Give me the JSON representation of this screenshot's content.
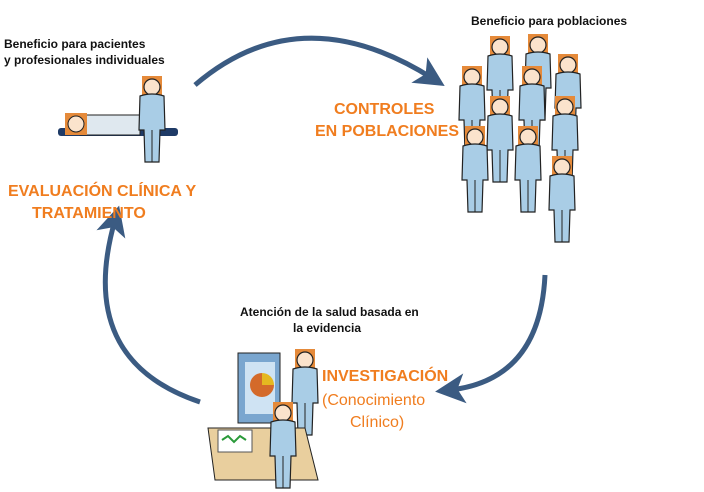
{
  "nodes": {
    "clinical": {
      "caption": "Beneficio para pacientes\ny profesionales individuales",
      "title_line1": "EVALUACIÓN CLÍNICA Y",
      "title_line2": "TRATAMIENTO"
    },
    "populations": {
      "caption": "Beneficio para poblaciones",
      "title_line1": "CONTROLES",
      "title_line2": "EN POBLACIONES"
    },
    "research": {
      "caption_line1": "Atención de la salud basada en",
      "caption_line2": "la evidencia",
      "title": "INVESTIGACIÓN",
      "subtitle_line1": "(Conocimiento",
      "subtitle_line2": "Clínico)"
    }
  },
  "colors": {
    "accent": "#f07d1f",
    "arrow": "#3b5b82",
    "figure": "#a9cde6",
    "head": "#e58a3a"
  },
  "icons": [
    "patient-doctor-icon",
    "crowd-icon",
    "researcher-computer-icon"
  ]
}
